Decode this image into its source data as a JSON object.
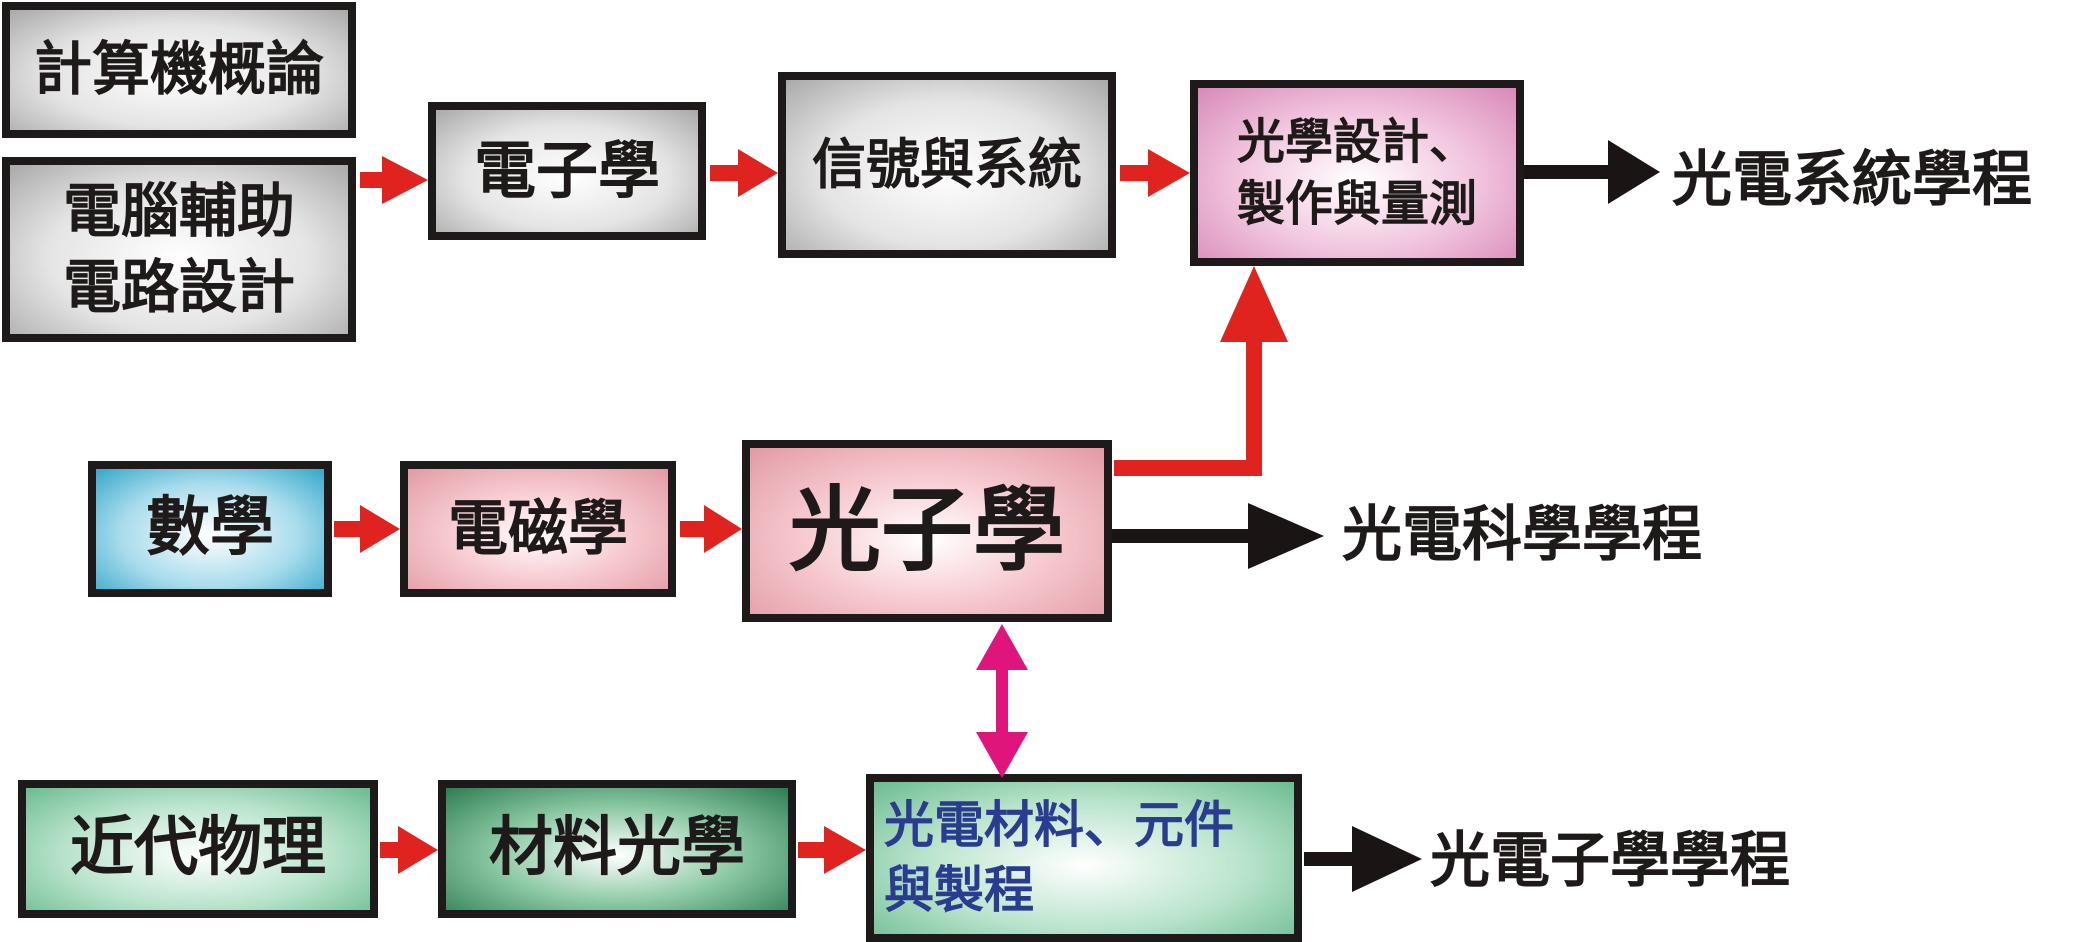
{
  "boxes": {
    "computer_intro": "計算機概論",
    "cad_circuit_line1": "電腦輔助",
    "cad_circuit_line2": "電路設計",
    "electronics": "電子學",
    "signals_systems": "信號與系統",
    "optical_design_line1": "光學設計、",
    "optical_design_line2": "製作與量測",
    "mathematics": "數學",
    "electromagnetics": "電磁學",
    "photonics": "光子學",
    "modern_physics": "近代物理",
    "material_optics": "材料光學",
    "optoelectronic_materials_line1": "光電材料、元件",
    "optoelectronic_materials_line2": "與製程"
  },
  "programs": {
    "optoelectronic_systems": "光電系統學程",
    "optoelectronic_science": "光電科學學程",
    "optoelectronics": "光電子學學程"
  },
  "colors": {
    "red_arrow": "#e0231f",
    "black_arrow": "#1a1414",
    "magenta_arrow": "#e0157b",
    "box_border": "#1f1a1a",
    "blue_text": "#2a3c8f"
  }
}
